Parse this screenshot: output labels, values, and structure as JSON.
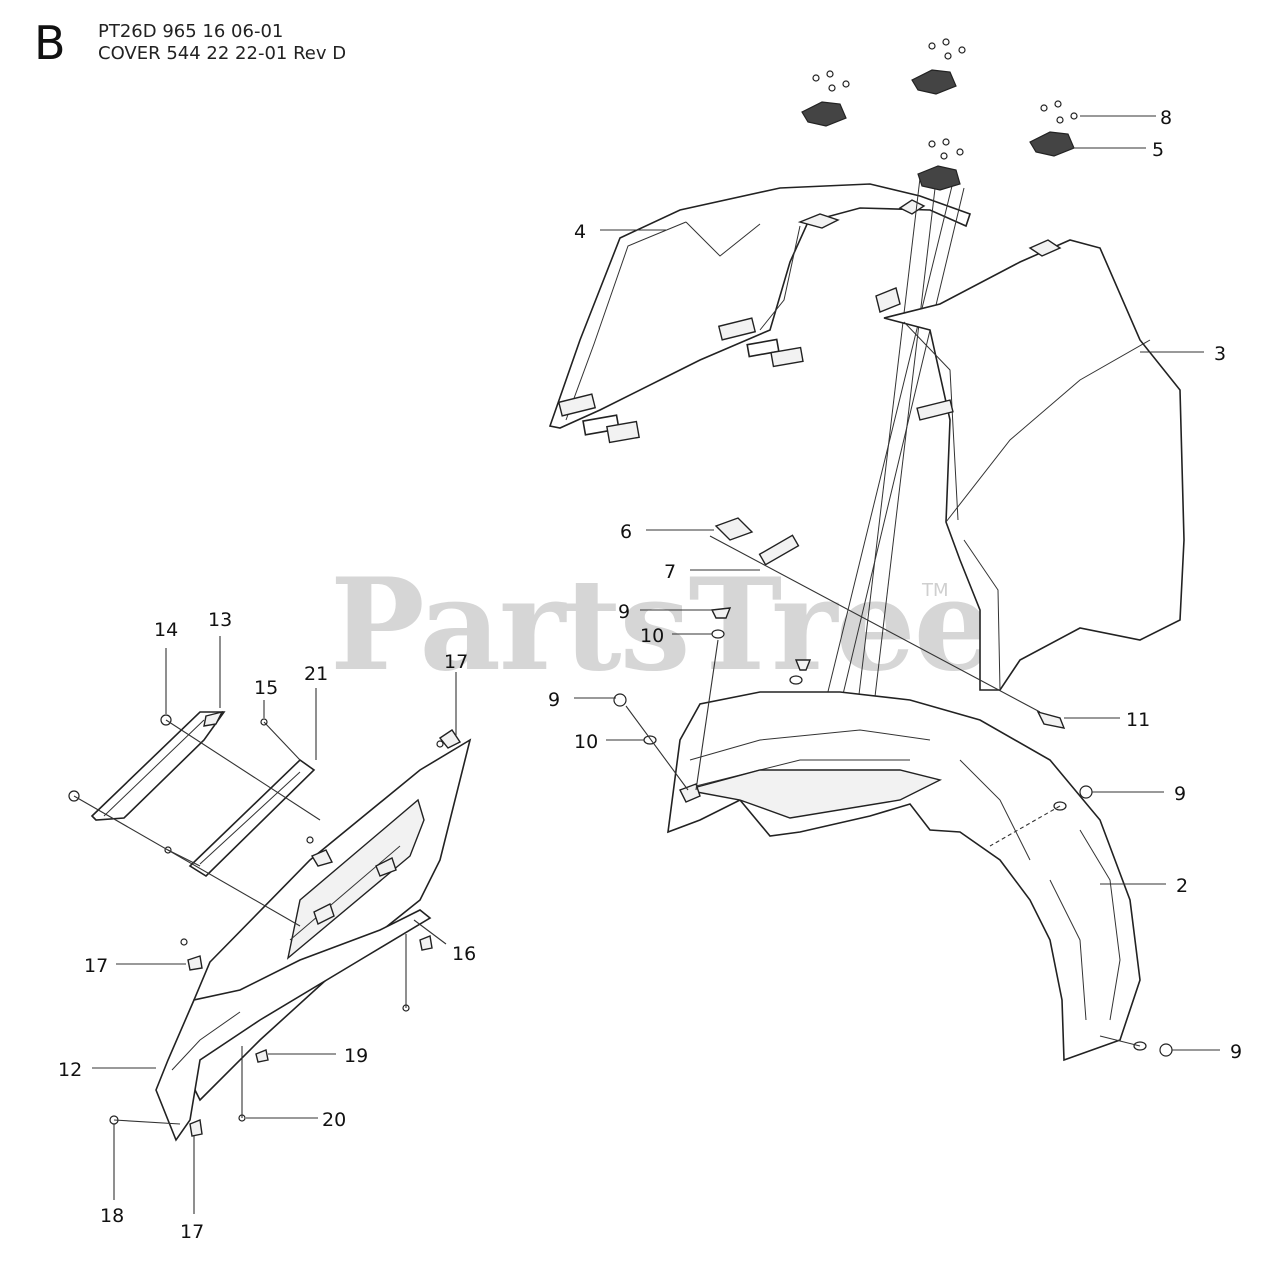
{
  "header": {
    "section_letter": "B",
    "line1": "PT26D 965 16 06-01",
    "line2": "COVER 544 22 22-01 Rev D"
  },
  "watermark": {
    "text": "PartsTree",
    "tm": "TM"
  },
  "callouts": [
    {
      "id": "c-8",
      "label": "8"
    },
    {
      "id": "c-5",
      "label": "5"
    },
    {
      "id": "c-4",
      "label": "4"
    },
    {
      "id": "c-3",
      "label": "3"
    },
    {
      "id": "c-6",
      "label": "6"
    },
    {
      "id": "c-7",
      "label": "7"
    },
    {
      "id": "c-9a",
      "label": "9"
    },
    {
      "id": "c-10a",
      "label": "10"
    },
    {
      "id": "c-9b",
      "label": "9"
    },
    {
      "id": "c-10b",
      "label": "10"
    },
    {
      "id": "c-11",
      "label": "11"
    },
    {
      "id": "c-9c",
      "label": "9"
    },
    {
      "id": "c-2",
      "label": "2"
    },
    {
      "id": "c-9d",
      "label": "9"
    },
    {
      "id": "c-14",
      "label": "14"
    },
    {
      "id": "c-13",
      "label": "13"
    },
    {
      "id": "c-15",
      "label": "15"
    },
    {
      "id": "c-21",
      "label": "21"
    },
    {
      "id": "c-17a",
      "label": "17"
    },
    {
      "id": "c-16",
      "label": "16"
    },
    {
      "id": "c-17b",
      "label": "17"
    },
    {
      "id": "c-12",
      "label": "12"
    },
    {
      "id": "c-19",
      "label": "19"
    },
    {
      "id": "c-20",
      "label": "20"
    },
    {
      "id": "c-18",
      "label": "18"
    },
    {
      "id": "c-17c",
      "label": "17"
    }
  ]
}
